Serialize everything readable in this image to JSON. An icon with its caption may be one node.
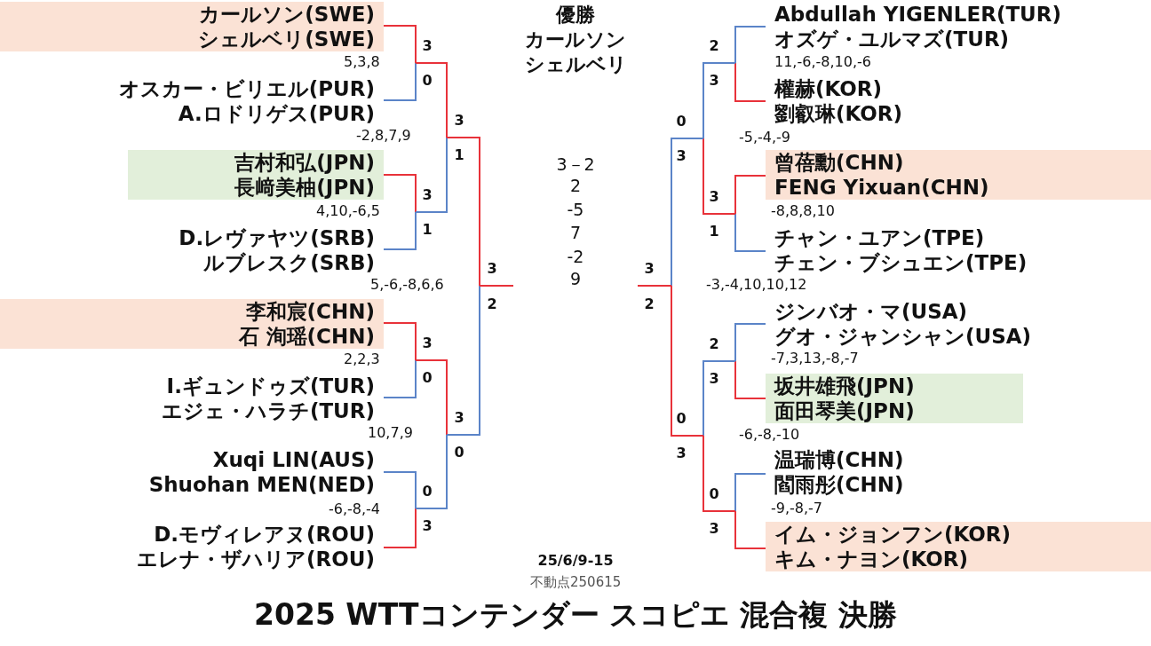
{
  "diagram": {
    "title": "2025 WTTコンテンダー スコピエ 混合複 決勝",
    "nodes": [
      {
        "text": [
          "カールソン(SWE)",
          "シェルベリ(SWE)"
        ]
      },
      {
        "text": [
          "オスカー・ビリエル(PUR)",
          "A.ロドリゲス(PUR)"
        ]
      },
      {
        "text": [
          "吉村和弘(JPN)",
          "長﨑美柚(JPN)"
        ]
      },
      {
        "text": [
          "D.レヴァヤツ(SRB)",
          "ルブレスク(SRB)"
        ]
      },
      {
        "text": [
          "李和宸(CHN)",
          "石 洵瑶(CHN)"
        ]
      },
      {
        "text": [
          "I.ギュンドゥズ(TUR)",
          "エジェ・ハラチ(TUR)"
        ]
      },
      {
        "text": [
          "Xuqi LIN(AUS)",
          "Shuohan MEN(NED)"
        ]
      },
      {
        "text": [
          "D.モヴィレアヌ(ROU)",
          "エレナ・ザハリア(ROU)"
        ]
      },
      {
        "text": [
          "Abdullah YIGENLER(TUR)",
          "オズゲ・ユルマズ(TUR)"
        ]
      },
      {
        "text": [
          "權赫(KOR)",
          "劉叡琳(KOR)"
        ]
      },
      {
        "text": [
          "曾蓓勳(CHN)",
          "FENG Yixuan(CHN)"
        ]
      },
      {
        "text": [
          "チャン・ユアン(TPE)",
          "チェン・ブシュエン(TPE)"
        ]
      },
      {
        "text": [
          "ジンバオ・マ(USA)",
          "グオ・ジャンシャン(USA)"
        ]
      },
      {
        "text": [
          "坂井雄飛(JPN)",
          "面田琴美(JPN)"
        ]
      },
      {
        "text": [
          "温瑞博(CHN)",
          "閻雨彤(CHN)"
        ]
      },
      {
        "text": [
          "イム・ジョンフン(KOR)",
          "キム・ナヨン(KOR)"
        ]
      }
    ],
    "labels": [
      "優勝",
      "カールソン",
      "シェルベリ",
      "5,3,8",
      "-2,8,7,9",
      "4,10,-6,5",
      "5,-6,-8,6,6",
      "2,2,3",
      "10,7,9",
      "-6,-8,-4",
      "11,-6,-8,10,-6",
      "-5,-4,-9",
      "-8,8,8,10",
      "-3,-4,10,10,12",
      "-7,3,13,-8,-7",
      "-6,-8,-10",
      "-9,-8,-7",
      "3",
      "0",
      "3",
      "1",
      "3",
      "0",
      "0",
      "3",
      "3",
      "1",
      "3",
      "0",
      "3",
      "2",
      "2",
      "3",
      "3",
      "1",
      "2",
      "3",
      "0",
      "3",
      "0",
      "3",
      "0",
      "3",
      "3",
      "2",
      "3－2",
      "2",
      "-5",
      "7",
      "-2",
      "9",
      "25/6/9-15",
      "不動点250615"
    ]
  }
}
